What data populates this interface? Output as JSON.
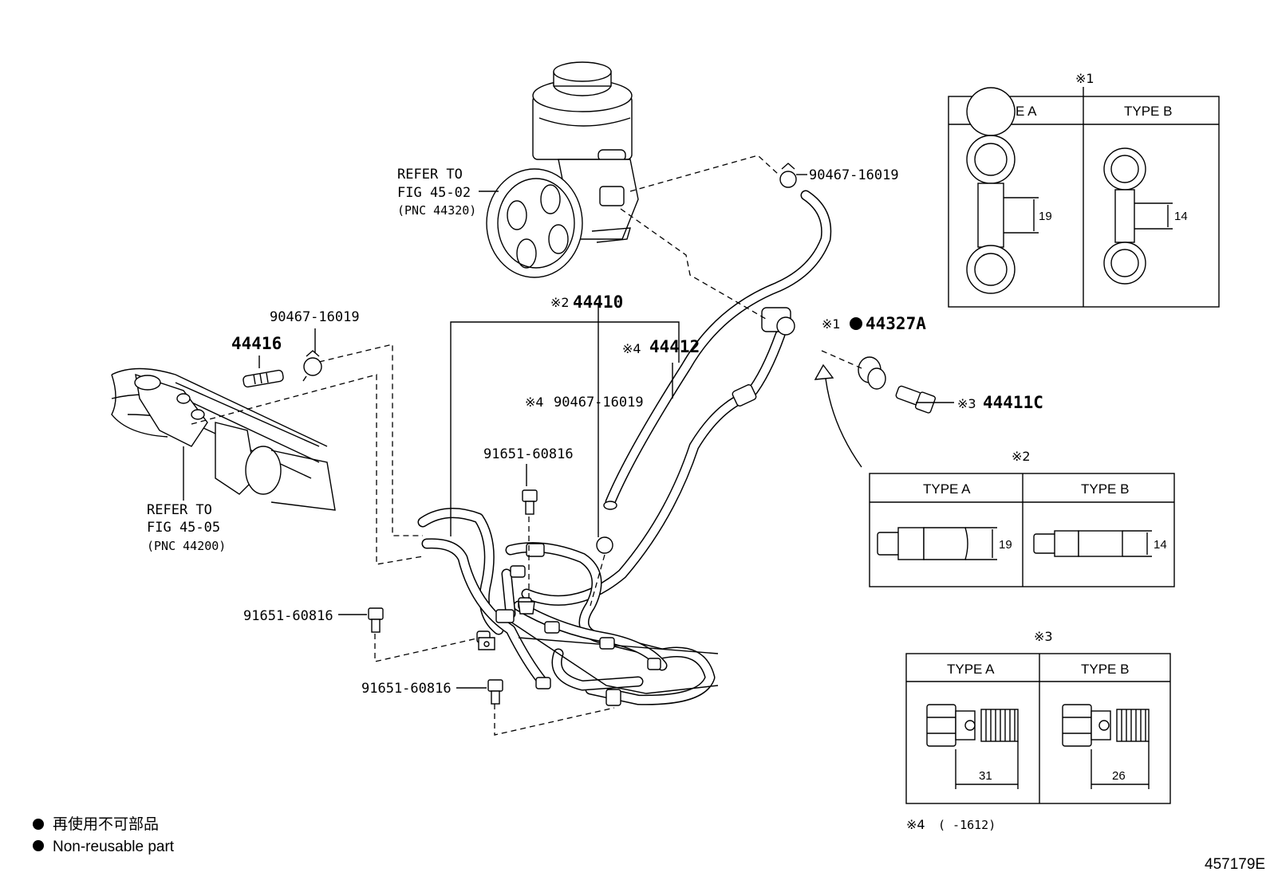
{
  "labels": {
    "refer_pump_1": "REFER TO",
    "refer_pump_2": "FIG 45-02",
    "refer_pump_3": "(PNC 44320)",
    "refer_gear_1": "REFER TO",
    "refer_gear_2": "FIG 45-05",
    "refer_gear_3": "(PNC 44200)",
    "clamp_top": "90467-16019",
    "clamp_left": "90467-16019",
    "union": "44416",
    "hose_return_mark": "※2",
    "hose_return": "44410",
    "hose_supply_mark": "※4",
    "hose_supply": "44412",
    "clamp_mid_mark": "※4",
    "clamp_mid": "90467-16019",
    "bolt_top": "91651-60816",
    "bolt_left": "91651-60816",
    "bolt_bottom": "91651-60816",
    "gasket_mark": "※1",
    "gasket": "44327A",
    "union_bolt_mark": "※3",
    "union_bolt": "44411C"
  },
  "detail1": {
    "mark": "※1",
    "type_a": "TYPE A",
    "type_b": "TYPE B",
    "dim_a": "19",
    "dim_b": "14"
  },
  "detail2": {
    "mark": "※2",
    "type_a": "TYPE A",
    "type_b": "TYPE B",
    "dim_a": "19",
    "dim_b": "14"
  },
  "detail3": {
    "mark": "※3",
    "type_a": "TYPE A",
    "type_b": "TYPE B",
    "dim_a": "31",
    "dim_b": "26"
  },
  "note4": {
    "mark": "※4",
    "text": "(      -1612)"
  },
  "legend": {
    "jp": "再使用不可部品",
    "en": "Non-reusable part"
  },
  "figure_id": "457179E"
}
